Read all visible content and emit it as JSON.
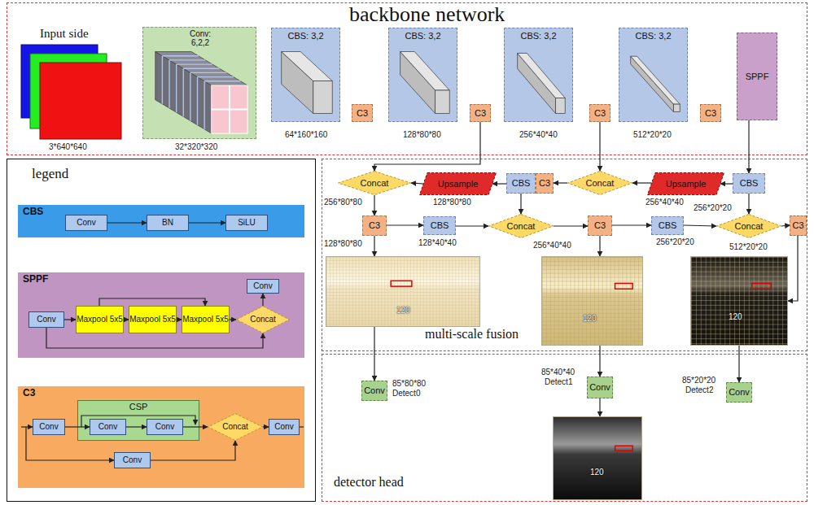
{
  "diagram": {
    "nodes": [
      {
        "text": [
          "backbone network"
        ]
      },
      {
        "text": [
          "Input side"
        ],
        "in": 0
      },
      {
        "text": [
          "Conv: 6,2,2"
        ],
        "in": 0
      },
      {
        "text": [
          "CBS: 3,2"
        ],
        "in": 0
      },
      {
        "text": [
          "C3"
        ],
        "in": 0
      },
      {
        "text": [
          "CBS: 3,2"
        ],
        "in": 0
      },
      {
        "text": [
          "C3"
        ],
        "in": 0
      },
      {
        "text": [
          "CBS: 3,2"
        ],
        "in": 0
      },
      {
        "text": [
          "C3"
        ],
        "in": 0
      },
      {
        "text": [
          "CBS: 3,2"
        ],
        "in": 0
      },
      {
        "text": [
          "C3"
        ],
        "in": 0
      },
      {
        "text": [
          "SPPF"
        ],
        "in": 0
      },
      {
        "text": [
          "legend"
        ]
      },
      {
        "text": [
          "CBS"
        ],
        "in": 12
      },
      {
        "text": [
          "Conv"
        ],
        "in": 13
      },
      {
        "text": [
          "BN"
        ],
        "in": 13
      },
      {
        "text": [
          "SiLU"
        ],
        "in": 13
      },
      {
        "text": [
          "SPPF"
        ],
        "in": 12
      },
      {
        "text": [
          "Conv"
        ],
        "in": 17
      },
      {
        "text": [
          "Maxpool 5x5"
        ],
        "in": 17
      },
      {
        "text": [
          "Maxpool 5x5"
        ],
        "in": 17
      },
      {
        "text": [
          "Maxpool 5x5"
        ],
        "in": 17
      },
      {
        "text": [
          "Concat"
        ],
        "in": 17
      },
      {
        "text": [
          "Conv"
        ],
        "in": 17
      },
      {
        "text": [
          "C3"
        ],
        "in": 12
      },
      {
        "text": [
          "Conv"
        ],
        "in": 24
      },
      {
        "text": [
          "CSP"
        ],
        "in": 24
      },
      {
        "text": [
          "Conv"
        ],
        "in": 26
      },
      {
        "text": [
          "Conv"
        ],
        "in": 26
      },
      {
        "text": [
          "Concat"
        ],
        "in": 24
      },
      {
        "text": [
          "Conv"
        ],
        "in": 24
      },
      {
        "text": [
          "Conv"
        ],
        "in": 24
      },
      {
        "text": [
          "multi-scale fusion"
        ]
      },
      {
        "text": [
          "Concat"
        ],
        "in": 32
      },
      {
        "text": [
          "Upsample"
        ],
        "in": 32
      },
      {
        "text": [
          "CBS"
        ],
        "in": 32
      },
      {
        "text": [
          "C3"
        ],
        "in": 32
      },
      {
        "text": [
          "Concat"
        ],
        "in": 32
      },
      {
        "text": [
          "Upsample"
        ],
        "in": 32
      },
      {
        "text": [
          "CBS"
        ],
        "in": 32
      },
      {
        "text": [
          "C3"
        ],
        "in": 32
      },
      {
        "text": [
          "CBS"
        ],
        "in": 32
      },
      {
        "text": [
          "Concat"
        ],
        "in": 32
      },
      {
        "text": [
          "C3"
        ],
        "in": 32
      },
      {
        "text": [
          "CBS"
        ],
        "in": 32
      },
      {
        "text": [
          "Concat"
        ],
        "in": 32
      },
      {
        "text": [
          "C3"
        ],
        "in": 32
      },
      {
        "text": [
          "120"
        ],
        "in": 32
      },
      {
        "text": [
          "120"
        ],
        "in": 32
      },
      {
        "text": [
          "120"
        ],
        "in": 32
      },
      {
        "text": [
          "detector head"
        ]
      },
      {
        "text": [
          "Conv"
        ],
        "in": 50
      },
      {
        "text": [
          "Conv"
        ],
        "in": 50
      },
      {
        "text": [
          "Conv"
        ],
        "in": 50
      },
      {
        "text": [
          "120"
        ],
        "in": 50
      }
    ],
    "edges": [
      {
        "from": 14,
        "to": 15,
        "arrow": "to"
      },
      {
        "from": 15,
        "to": 16,
        "arrow": "to"
      },
      {
        "from": 18,
        "to": 19,
        "arrow": "to"
      },
      {
        "from": 19,
        "to": 20,
        "arrow": "to"
      },
      {
        "from": 20,
        "to": 21,
        "arrow": "to"
      },
      {
        "from": 21,
        "to": 22,
        "arrow": "to"
      },
      {
        "from": 22,
        "to": 23,
        "arrow": "to"
      },
      {
        "from": 18,
        "to": 22,
        "arrow": "to"
      },
      {
        "from": 19,
        "to": 21,
        "arrow": "to"
      },
      {
        "from": 25,
        "to": 27,
        "arrow": "to"
      },
      {
        "from": 27,
        "to": 28,
        "arrow": "to"
      },
      {
        "from": 28,
        "to": 29,
        "arrow": "to"
      },
      {
        "from": 31,
        "to": 29,
        "arrow": "to"
      },
      {
        "from": 29,
        "to": 30,
        "arrow": "to"
      },
      {
        "from": 6,
        "to": 33,
        "arrow": "to"
      },
      {
        "from": 8,
        "to": 37,
        "arrow": "to"
      },
      {
        "from": 11,
        "to": 39,
        "arrow": "to"
      },
      {
        "from": 39,
        "to": 38,
        "arrow": "to"
      },
      {
        "from": 38,
        "to": 37,
        "arrow": "to"
      },
      {
        "from": 37,
        "to": 36,
        "arrow": "to"
      },
      {
        "from": 35,
        "to": 34,
        "arrow": "to"
      },
      {
        "from": 34,
        "to": 33,
        "arrow": "to"
      },
      {
        "from": 33,
        "to": 40,
        "arrow": "to"
      },
      {
        "from": 40,
        "to": 41,
        "arrow": "to"
      },
      {
        "from": 41,
        "to": 42,
        "arrow": "to"
      },
      {
        "from": 35,
        "to": 42,
        "arrow": "to"
      },
      {
        "from": 42,
        "to": 43,
        "arrow": "to"
      },
      {
        "from": 43,
        "to": 44,
        "arrow": "to"
      },
      {
        "from": 44,
        "to": 45,
        "arrow": "to"
      },
      {
        "from": 39,
        "to": 45,
        "arrow": "to"
      },
      {
        "from": 45,
        "to": 46,
        "arrow": "to"
      },
      {
        "from": 40,
        "to": 47,
        "arrow": "to"
      },
      {
        "from": 43,
        "to": 48,
        "arrow": "to"
      },
      {
        "from": 46,
        "to": 49,
        "arrow": "to"
      },
      {
        "from": 47,
        "to": 51,
        "arrow": "to"
      },
      {
        "from": 48,
        "to": 52,
        "arrow": "to"
      },
      {
        "from": 49,
        "to": 53,
        "arrow": "to"
      },
      {
        "from": 52,
        "to": 54,
        "arrow": "to"
      }
    ],
    "labels": [
      "3*640*640",
      "32*320*320",
      "64*160*160",
      "128*80*80",
      "256*40*40",
      "512*20*20",
      "256*80*80",
      "128*80*80",
      "256*40*40",
      "256*20*20",
      "128*80*80",
      "128*40*40",
      "256*40*40",
      "256*20*20",
      "512*20*20",
      "85*80*80",
      "Detect0",
      "85*40*40",
      "Detect1",
      "85*20*20",
      "Detect2"
    ]
  }
}
